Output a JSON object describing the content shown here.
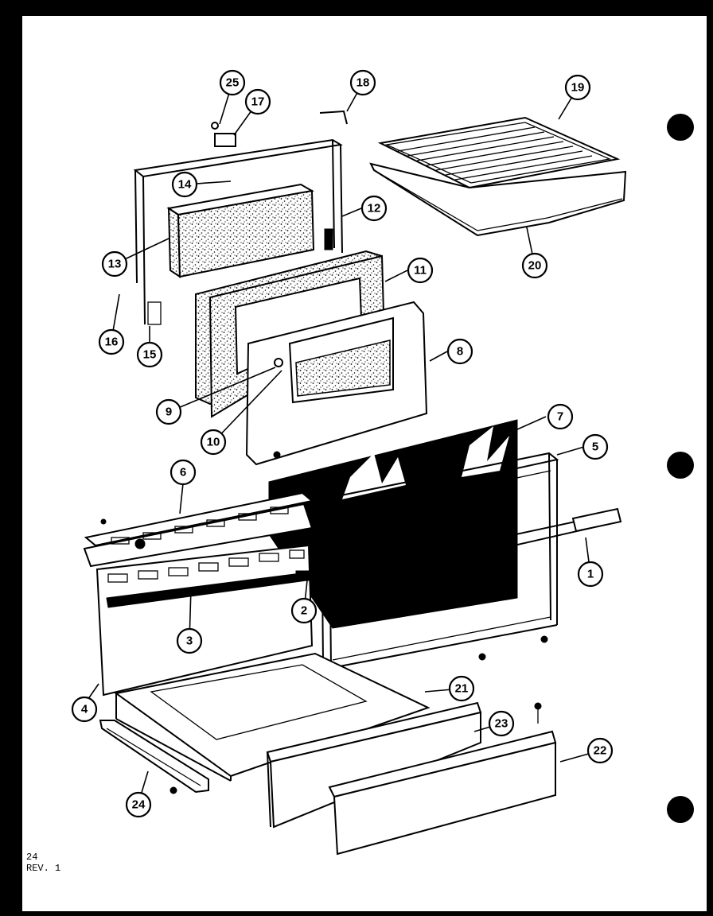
{
  "callouts": [
    "1",
    "2",
    "3",
    "4",
    "5",
    "6",
    "7",
    "8",
    "9",
    "10",
    "11",
    "12",
    "13",
    "14",
    "15",
    "16",
    "17",
    "18",
    "19",
    "20",
    "21",
    "22",
    "23",
    "24",
    "25"
  ],
  "footer": {
    "page": "24",
    "revision": "REV. 1"
  }
}
